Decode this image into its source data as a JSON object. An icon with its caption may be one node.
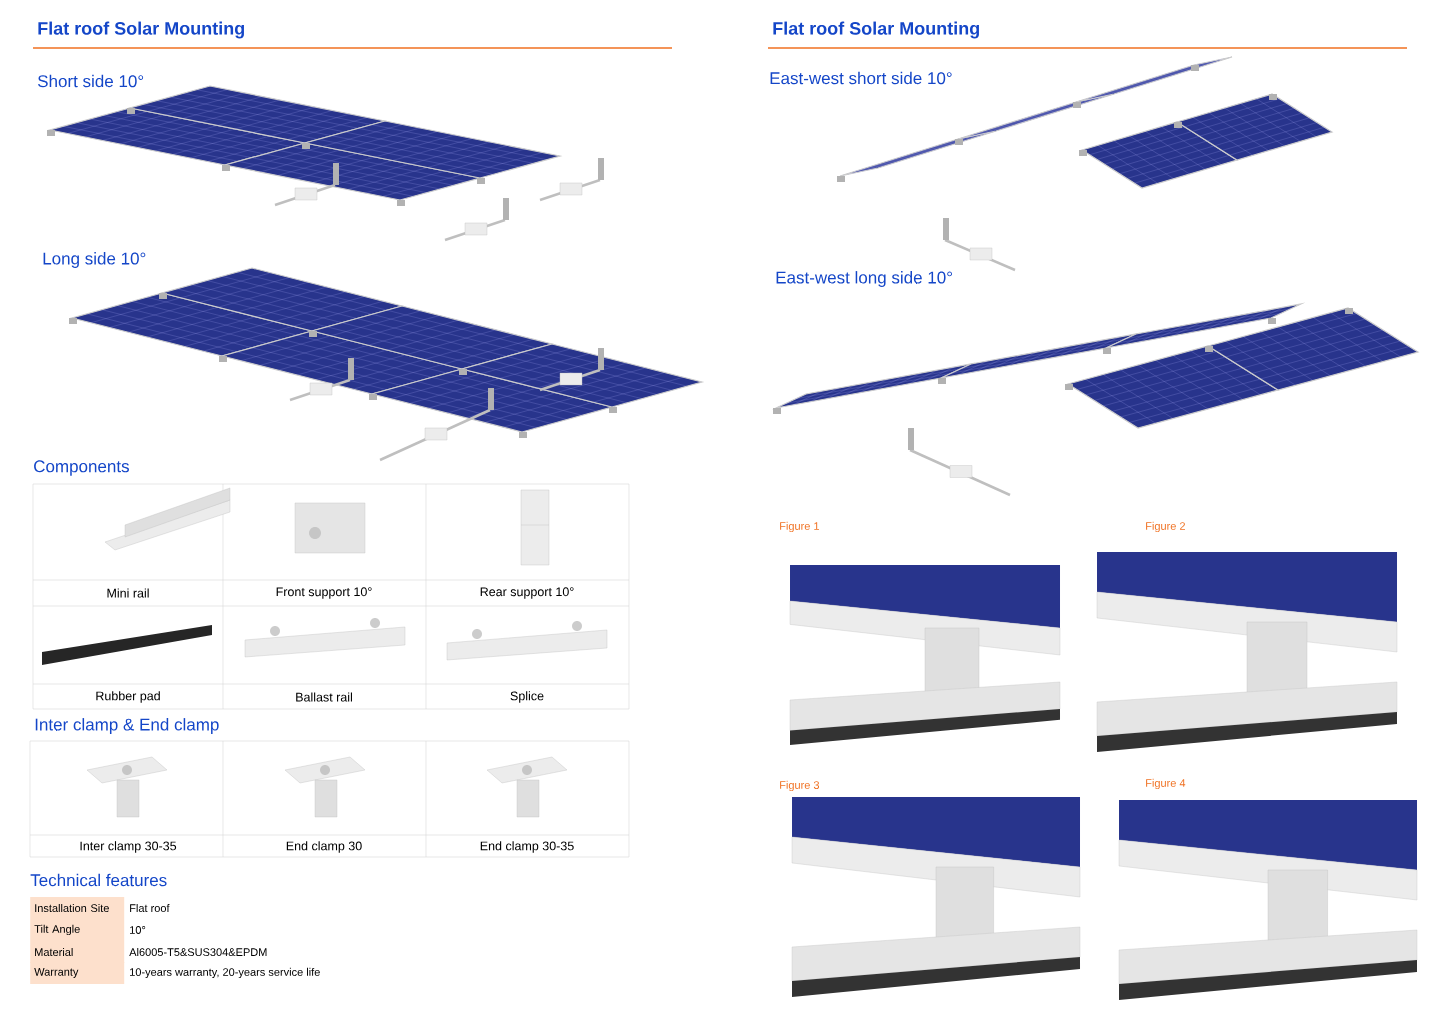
{
  "diagram": {
    "labels": [
      "Flat roof Solar Mounting",
      "Short side 10°",
      "Long side 10°",
      "Components",
      "Mini rail",
      "Front support 10°",
      "Rear support 10°",
      "Rubber pad",
      "Ballast rail",
      "Splice",
      "Inter clamp & End clamp",
      "Inter clamp 30-35",
      "End clamp 30",
      "End clamp 30-35",
      "Technical features",
      "Installation Site",
      "Flat roof",
      "Tilt Angle",
      "10°",
      "Material",
      "Al6005-T5&SUS304&EPDM",
      "Warranty",
      "10-years warranty, 20-years service life",
      "Flat roof Solar Mounting",
      "East-west short side 10°",
      "East-west long side 10°",
      "Figure 1",
      "Figure 2",
      "Figure 3",
      "Figure 4"
    ]
  }
}
